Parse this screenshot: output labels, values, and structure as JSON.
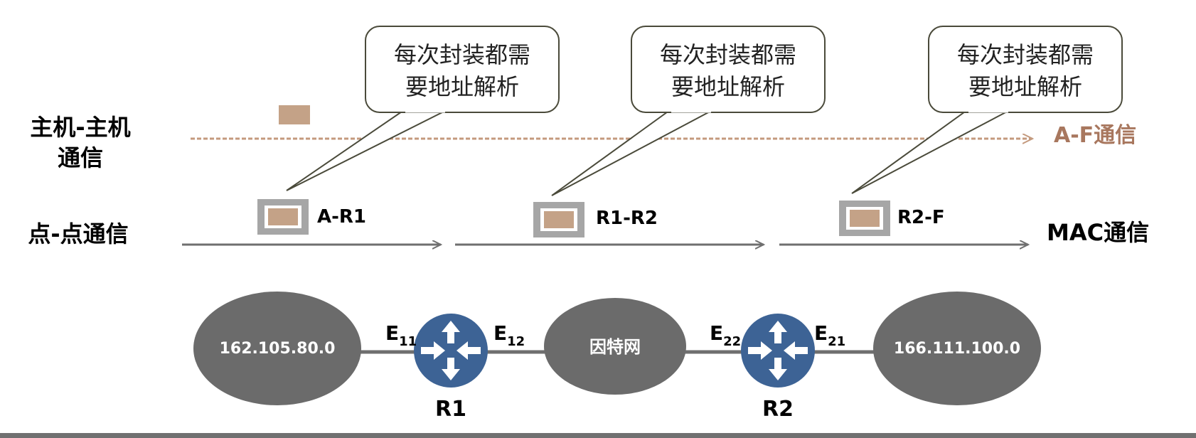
{
  "colors": {
    "packet": "#c4a287",
    "packet_frame": "#a6a6a6",
    "arrow": "#6f6f6f",
    "af_line": "#c49a7e",
    "af_label": "#a8775e",
    "cloud": "#6b6b6b",
    "router": "#3d6395",
    "callout_border": "#4a4a3a",
    "text": "#000000",
    "bottom_bar": "#707070"
  },
  "rows": {
    "host_label_line1": "主机-主机",
    "host_label_line2": "通信",
    "p2p_label": "点-点通信",
    "af_label": "A-F通信",
    "mac_label": "MAC通信"
  },
  "callouts": [
    {
      "line1": "每次封装都需",
      "line2": "要地址解析"
    },
    {
      "line1": "每次封装都需",
      "line2": "要地址解析"
    },
    {
      "line1": "每次封装都需",
      "line2": "要地址解析"
    }
  ],
  "segments": [
    {
      "label": "A-R1"
    },
    {
      "label": "R1-R2"
    },
    {
      "label": "R2-F"
    }
  ],
  "network": {
    "cloud_left": "162.105.80.0",
    "cloud_middle": "因特网",
    "cloud_right": "166.111.100.0",
    "router1": "R1",
    "router2": "R2",
    "ports": [
      {
        "main": "E",
        "sub": "11"
      },
      {
        "main": "E",
        "sub": "12"
      },
      {
        "main": "E",
        "sub": "22"
      },
      {
        "main": "E",
        "sub": "21"
      }
    ]
  }
}
